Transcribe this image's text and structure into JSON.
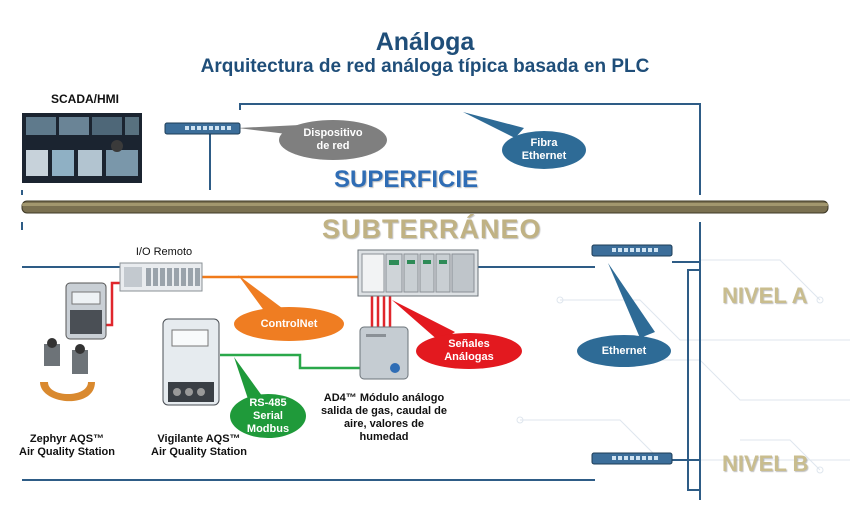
{
  "header": {
    "title": "Análoga",
    "subtitle": "Arquitectura de red análoga típica basada en PLC"
  },
  "zones": {
    "surface": "SUPERFICIE",
    "underground": "SUBTERRÁNEO",
    "level_a": "NIVEL A",
    "level_b": "NIVEL B"
  },
  "devices": {
    "scada": "SCADA/HMI",
    "remote_io": "I/O Remoto",
    "zephyr_line1": "Zephyr AQS™",
    "zephyr_line2": "Air Quality Station",
    "vigilante_line1": "Vigilante AQS™",
    "vigilante_line2": "Air Quality Station",
    "ad4_line1": "AD4™ Módulo análogo",
    "ad4_line2": "salida de gas, caudal de",
    "ad4_line3": "aire, valores de",
    "ad4_line4": "humedad"
  },
  "callouts": {
    "network_device_line1": "Dispositivo",
    "network_device_line2": "de red",
    "fiber_line1": "Fibra",
    "fiber_line2": "Ethernet",
    "controlnet": "ControlNet",
    "analog_line1": "Señales",
    "analog_line2": "Análogas",
    "ethernet": "Ethernet",
    "rs485_line1": "RS-485",
    "rs485_line2": "Serial",
    "rs485_line3": "Modbus"
  },
  "colors": {
    "title": "#1f4e79",
    "ethernet_line": "#2e5c86",
    "controlnet_line": "#f07a1a",
    "modbus_line": "#2aa84a",
    "analog_line": "#e0262c",
    "callout_gray": "#7f7f7f",
    "callout_blue": "#2e6b96",
    "callout_orange": "#ef7d22",
    "callout_red": "#e3191f",
    "callout_green": "#1f9a3a",
    "level_text": "#c9bd8e",
    "surface_text": "#2f6db5",
    "underground_text": "#c0b284",
    "ground_bar": "#7a7050"
  }
}
